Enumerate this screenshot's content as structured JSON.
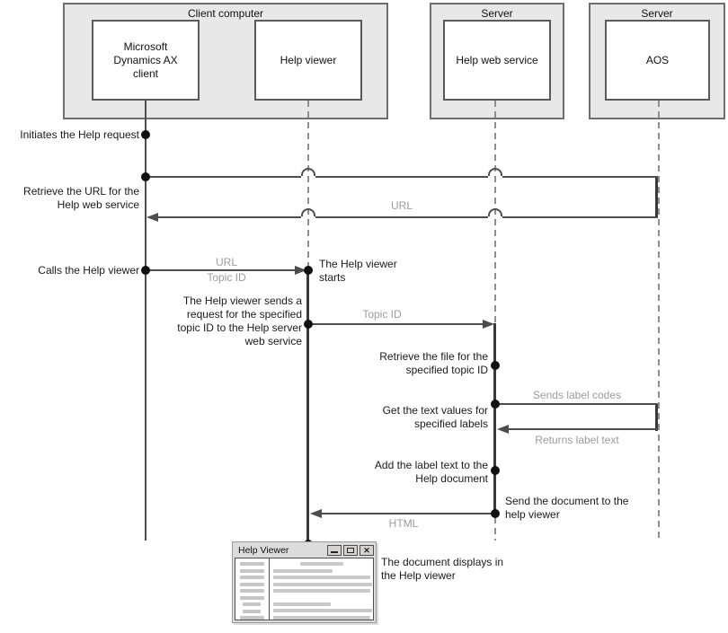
{
  "groups": [
    {
      "label": "Client computer"
    },
    {
      "label": "Server"
    },
    {
      "label": "Server"
    }
  ],
  "nodes": {
    "dynamics_client": {
      "label": "Microsoft\nDynamics AX\nclient"
    },
    "help_viewer": {
      "label": "Help viewer"
    },
    "help_web_service": {
      "label": "Help web service"
    },
    "aos": {
      "label": "AOS"
    }
  },
  "steps": {
    "initiate": "Initiates the Help request",
    "retrieve_url": "Retrieve the URL for the\nHelp web service",
    "calls_viewer": "Calls the Help viewer",
    "viewer_starts": "The Help viewer\nstarts",
    "viewer_sends": "The Help viewer sends a\nrequest for the specified\ntopic ID to the Help server\nweb service",
    "retrieve_file": "Retrieve the file for the\nspecified topic ID",
    "get_text": "Get the text values for\nspecified labels",
    "add_label": "Add the label text to the\nHelp document",
    "send_document": "Send the document to the\nhelp viewer",
    "document_displays": "The document displays in\nthe Help viewer"
  },
  "messages": {
    "url_return": "URL",
    "url_call": "URL",
    "topic_id_call": "Topic ID",
    "topic_id_send": "Topic ID",
    "sends_label_codes": "Sends label codes",
    "returns_label_text": "Returns label text",
    "html": "HTML"
  },
  "window": {
    "title": "Help Viewer",
    "close_glyph": "✕"
  },
  "colors": {
    "group_fill": "#e8e8e8",
    "box_border": "#5a5a5a",
    "line": "#4d4d4d",
    "lifeline_dash": "#8f8f8f",
    "gray_label": "#9c9c9c",
    "text": "#1a1a1a"
  }
}
